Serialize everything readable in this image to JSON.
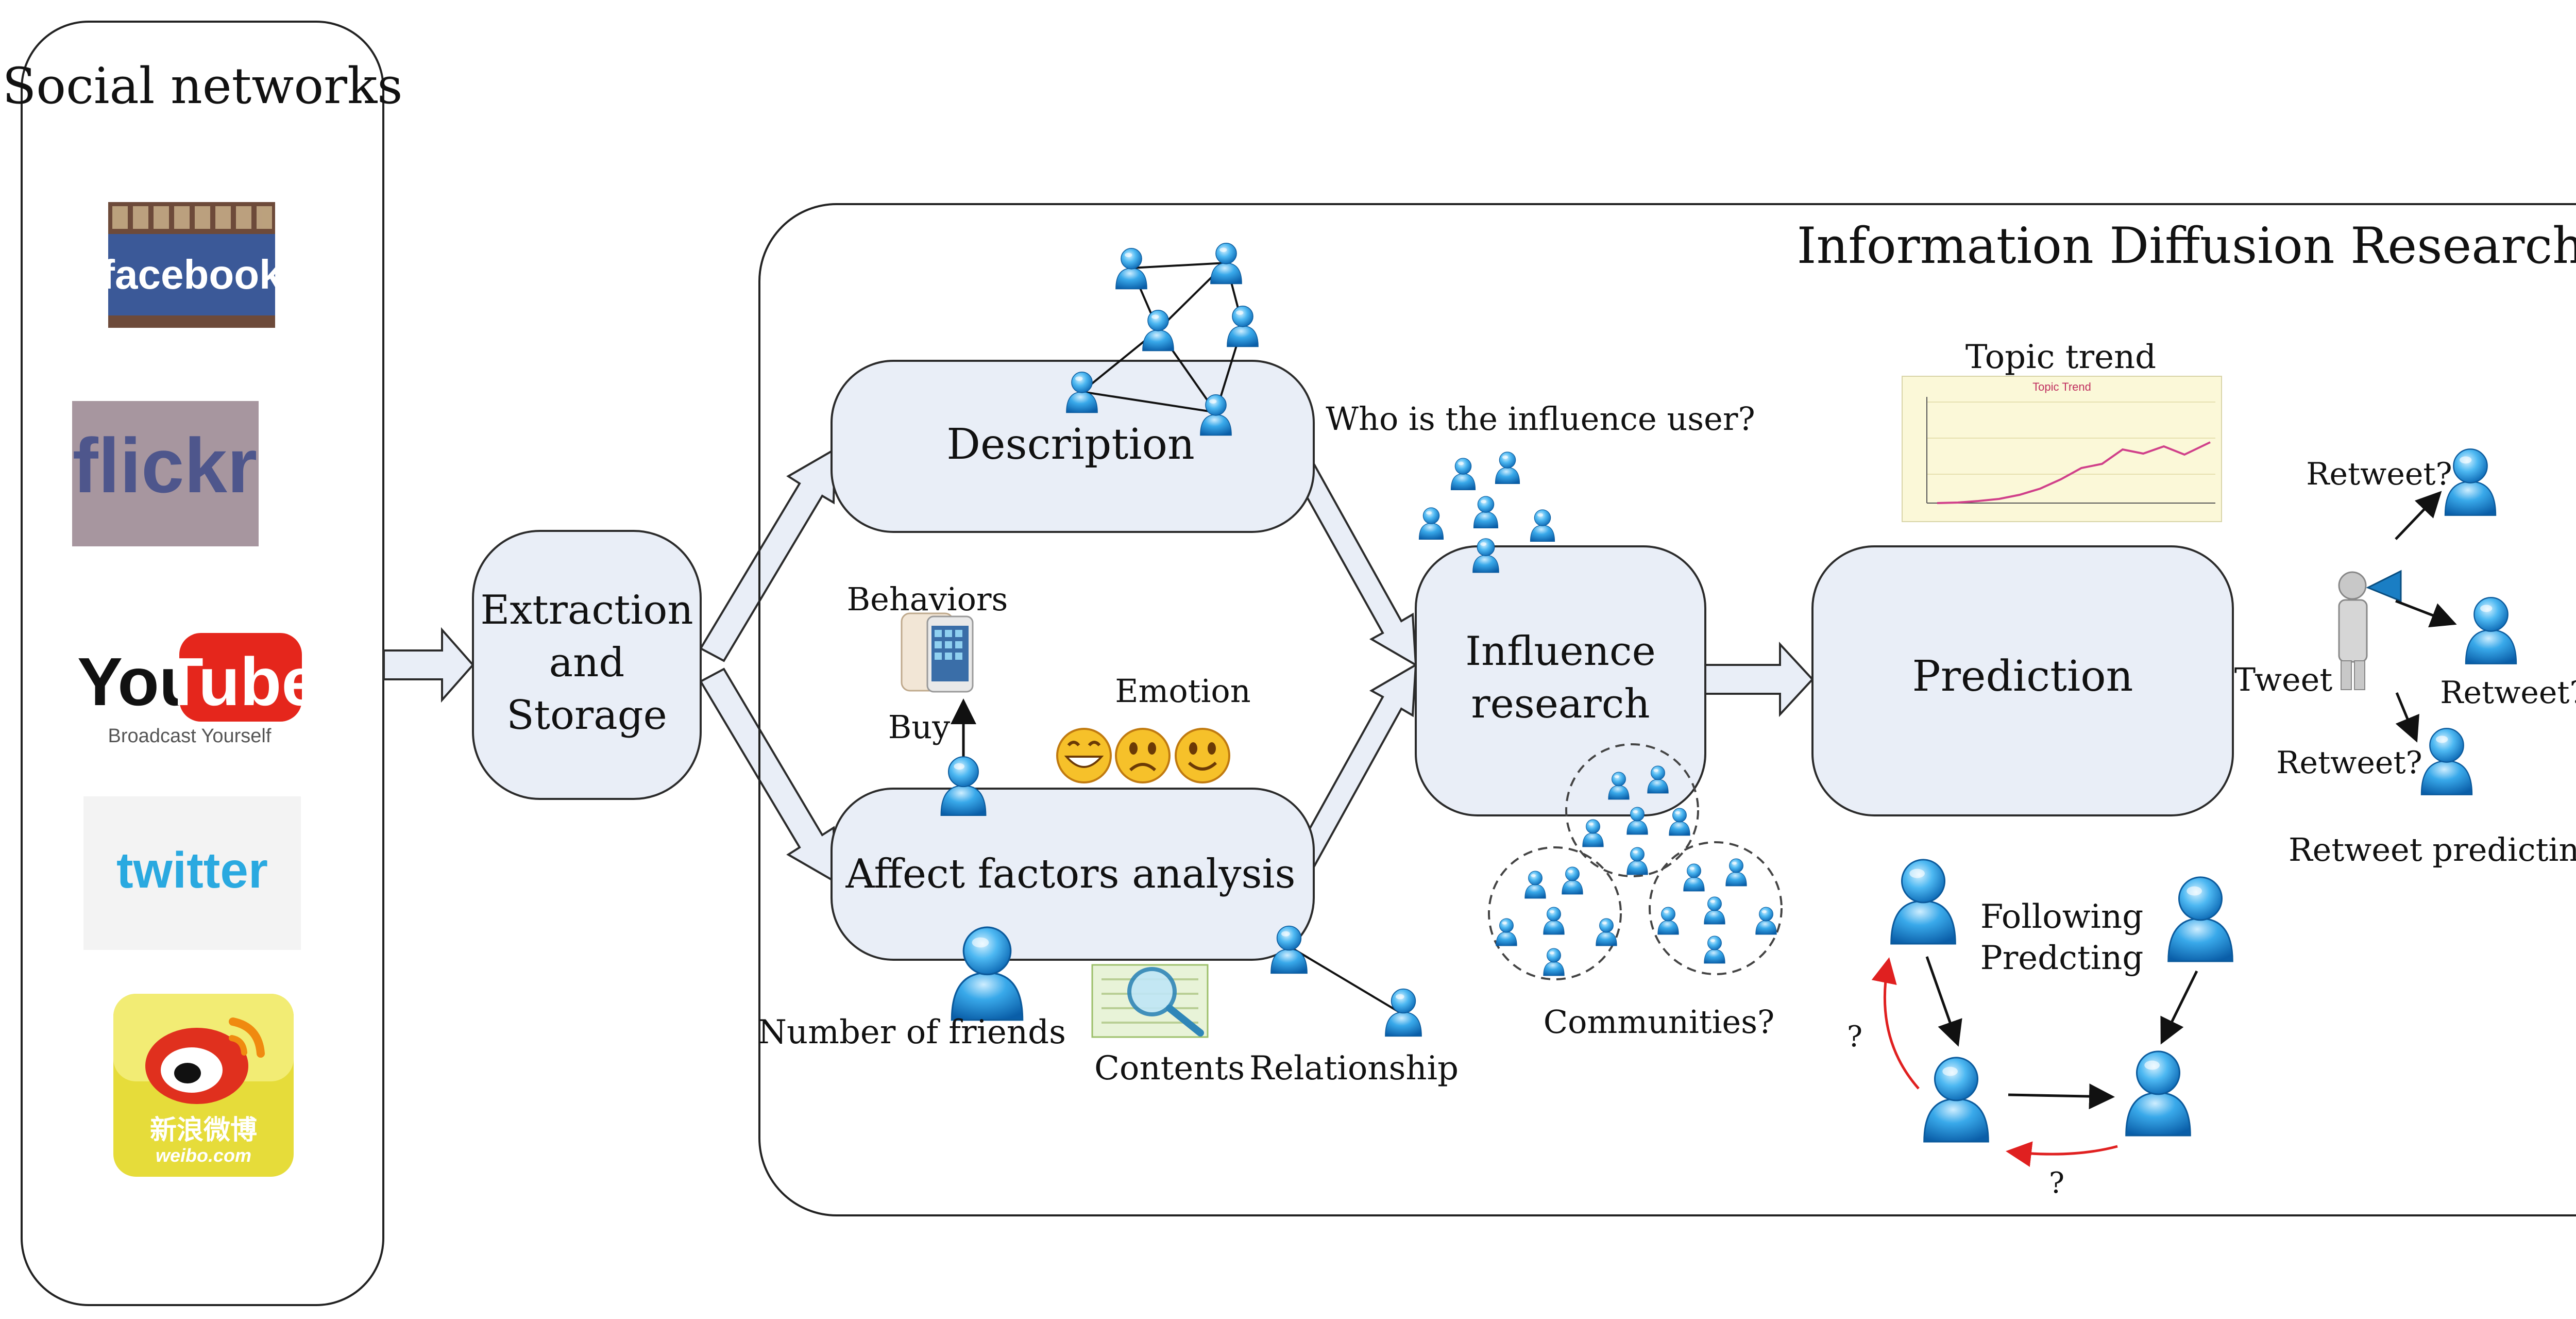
{
  "panels": {
    "social_networks_title": "Social networks",
    "research_title": "Information Diffusion Research"
  },
  "logos": {
    "facebook": "facebook",
    "flickr": "flickr",
    "youtube_you": "You",
    "youtube_tube": "Tube",
    "youtube_tagline": "Broadcast Yourself",
    "twitter": "twitter",
    "weibo_cn": "新浪微博",
    "weibo_url": "weibo.com"
  },
  "nodes": {
    "extraction": [
      "Extraction",
      "and",
      "Storage"
    ],
    "description": "Description",
    "affect": "Affect factors analysis",
    "influence": [
      "Influence",
      "research"
    ],
    "prediction": "Prediction"
  },
  "labels": {
    "behaviors": "Behaviors",
    "buy": "Buy",
    "emotion": "Emotion",
    "number_of_friends": "Number of friends",
    "contents": "Contents",
    "relationship": "Relationship",
    "who_influence": "Who is the influence user?",
    "communities": "Communities?",
    "topic_trend": "Topic trend",
    "topic_trend_inner": "Topic Trend",
    "tweet": "Tweet",
    "retweet_q1": "Retweet?",
    "retweet_q2": "Retweet?",
    "retweet_q3": "Retweet?",
    "retweet_predicting": "Retweet predicting",
    "following_1": "Following",
    "following_2": "Predcting",
    "q_left": "?",
    "q_bottom": "?"
  },
  "colors": {
    "node_fill": "#e9eef7",
    "node_stroke": "#2b2b2b",
    "arrow_fill": "#e9eef7",
    "user_blue": "#1a8fd6",
    "user_light": "#8fd3ff",
    "red_arrow": "#e02020",
    "facebook_blue": "#3b5998",
    "youtube_red": "#e5261c",
    "twitter_blue": "#2aa9e0",
    "weibo_yellow": "#e6dc3a",
    "trend_bg": "#fbf8d8",
    "trend_line": "#d0408a"
  },
  "icons": {
    "user": "user-icon",
    "phone": "smartphone-icon",
    "emoji": "emoji-face-icon",
    "megaphone": "megaphone-person-icon",
    "magnifier": "magnifier-document-icon"
  }
}
